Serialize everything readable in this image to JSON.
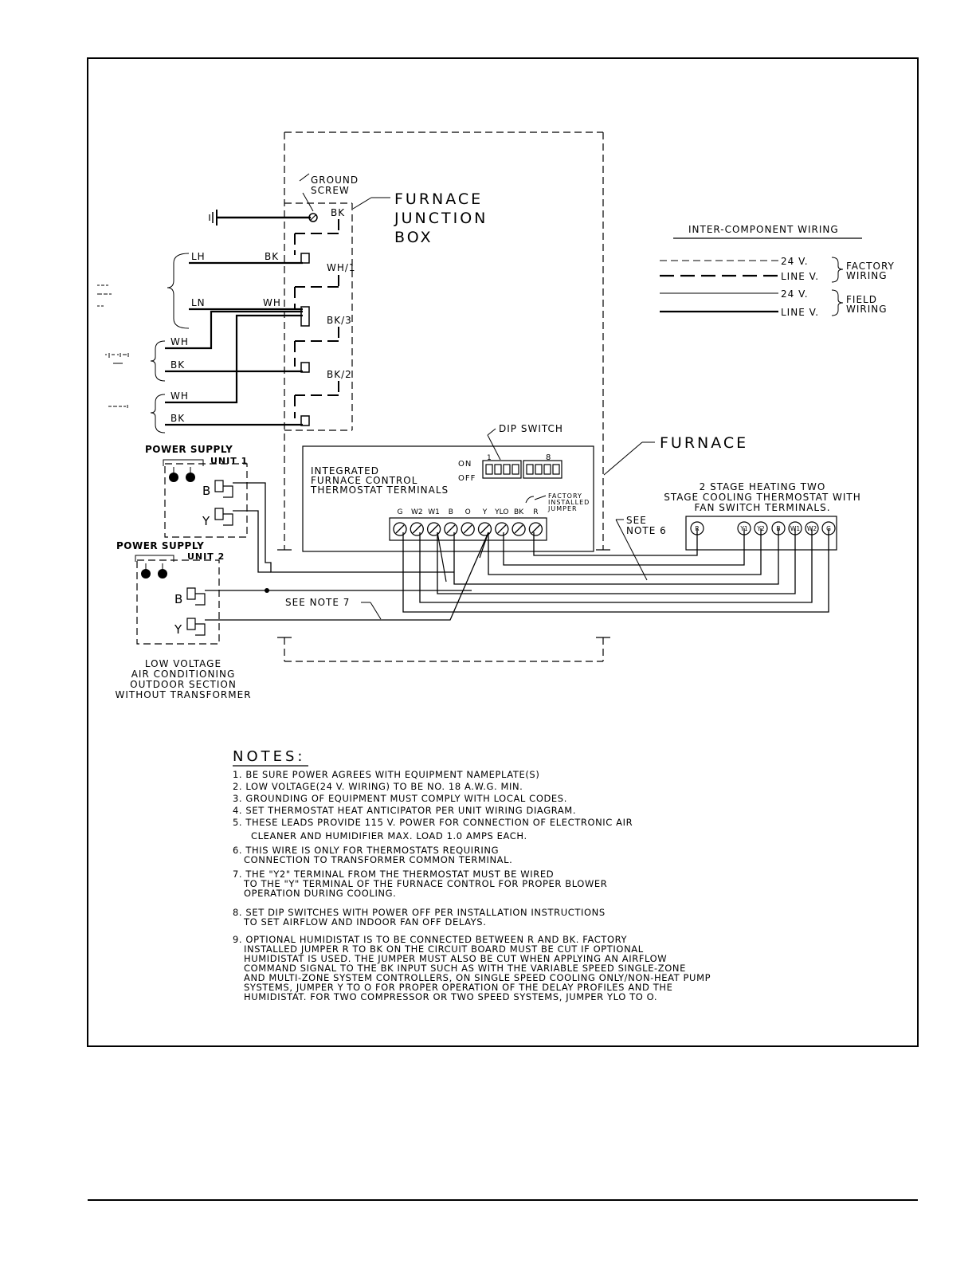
{
  "labels": {
    "ground_screw_1": "GROUND",
    "ground_screw_2": "SCREW",
    "junction_box_1": "FURNACE",
    "junction_box_2": "JUNCTION",
    "junction_box_3": "BOX",
    "furnace": "FURNACE",
    "dip_switch": "DIP SWITCH",
    "dip_on": "ON",
    "dip_off": "OFF",
    "dip_1": "1",
    "dip_8": "8",
    "ifc_1": "INTEGRATED",
    "ifc_2": "FURNACE CONTROL",
    "ifc_3": "THERMOSTAT TERMINALS",
    "factory_jumper_1": "FACTORY",
    "factory_jumper_2": "INSTALLED",
    "factory_jumper_3": "JUMPER",
    "see_note6_1": "SEE",
    "see_note6_2": "NOTE 6",
    "see_note7": "SEE NOTE 7",
    "thermostat_1": "2 STAGE HEATING TWO",
    "thermostat_2": "STAGE COOLING THERMOSTAT WITH",
    "thermostat_3": "FAN SWITCH TERMINALS.",
    "power_supply_1": "POWER SUPPLY",
    "power_supply_2": "POWER SUPPLY",
    "unit_1": "UNIT 1",
    "unit_2": "UNIT 2",
    "outdoor_1": "LOW VOLTAGE",
    "outdoor_2": "AIR CONDITIONING",
    "outdoor_3": "OUTDOOR SECTION",
    "outdoor_4": "WITHOUT TRANSFORMER"
  },
  "legend": {
    "title": "INTER-COMPONENT WIRING",
    "factory_24v": "24 V.",
    "factory_line": "LINE V.",
    "factory_label_1": "FACTORY",
    "factory_label_2": "WIRING",
    "field_24v": "24 V.",
    "field_line": "LINE V.",
    "field_label_1": "FIELD",
    "field_label_2": "WIRING"
  },
  "wires": {
    "bk_top": "BK",
    "wh1": "WH/1",
    "bk3": "BK/3",
    "bk2": "BK/2",
    "lh": "LH",
    "ln": "LN",
    "lh_bk": "BK",
    "ln_wh": "WH",
    "wh_a": "WH",
    "bk_a": "BK",
    "wh_b": "WH",
    "bk_b": "BK",
    "unit1_b": "B",
    "unit1_y": "Y",
    "unit2_b": "B",
    "unit2_y": "Y"
  },
  "ifc_terminals": [
    "G",
    "W2",
    "W1",
    "B",
    "O",
    "Y",
    "YLO",
    "BK",
    "R"
  ],
  "thermostat_terminals": [
    "R",
    "Y1",
    "Y2",
    "B",
    "W1",
    "W2",
    "G"
  ],
  "notes": {
    "title": "NOTES:",
    "items": [
      "1. BE SURE POWER AGREES WITH EQUIPMENT NAMEPLATE(S)",
      "2. LOW VOLTAGE(24 V. WIRING) TO BE NO. 18 A.W.G. MIN.",
      "3. GROUNDING OF EQUIPMENT MUST COMPLY WITH LOCAL CODES.",
      "4. SET THERMOSTAT HEAT ANTICIPATOR PER UNIT WIRING DIAGRAM.",
      "5. THESE LEADS PROVIDE 115 V. POWER FOR CONNECTION OF ELECTRONIC AIR",
      "CLEANER AND HUMIDIFIER MAX. LOAD 1.0 AMPS EACH.",
      "6. THIS WIRE IS ONLY FOR THERMOSTATS REQUIRING",
      "CONNECTION TO TRANSFORMER COMMON TERMINAL.",
      "7. THE \"Y2\" TERMINAL FROM THE THERMOSTAT MUST BE WIRED",
      "TO THE \"Y\" TERMINAL OF THE FURNACE CONTROL FOR PROPER BLOWER",
      "OPERATION DURING COOLING.",
      "8. SET DIP SWITCHES WITH POWER OFF PER INSTALLATION INSTRUCTIONS",
      "TO SET AIRFLOW AND INDOOR FAN OFF DELAYS.",
      "9. OPTIONAL HUMIDISTAT IS TO BE CONNECTED BETWEEN R AND BK. FACTORY",
      "INSTALLED JUMPER R TO BK ON THE CIRCUIT BOARD MUST BE CUT IF OPTIONAL",
      "HUMIDISTAT IS USED. THE JUMPER MUST ALSO BE CUT WHEN APPLYING AN AIRFLOW",
      "COMMAND SIGNAL TO THE BK INPUT SUCH AS WITH THE VARIABLE SPEED SINGLE-ZONE",
      "AND MULTI-ZONE SYSTEM CONTROLLERS, ON SINGLE SPEED COOLING ONLY/NON-HEAT PUMP",
      "SYSTEMS, JUMPER Y TO O FOR PROPER OPERATION OF THE DELAY PROFILES AND THE",
      "HUMIDISTAT. FOR TWO COMPRESSOR OR TWO SPEED SYSTEMS, JUMPER YLO TO O."
    ]
  }
}
